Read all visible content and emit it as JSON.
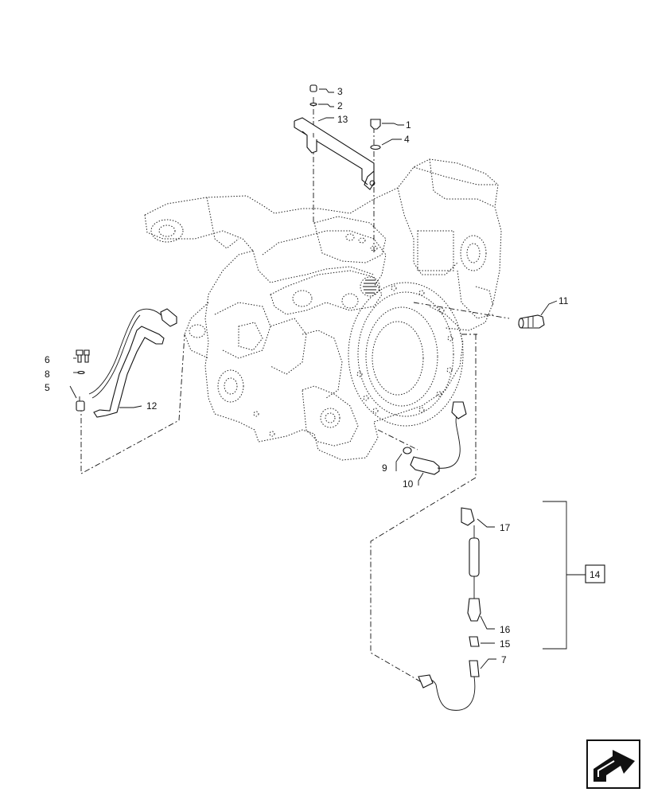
{
  "callouts": {
    "c1": "1",
    "c2": "2",
    "c3": "3",
    "c4": "4",
    "c5": "5",
    "c6": "6",
    "c7": "7",
    "c8": "8",
    "c9": "9",
    "c10": "10",
    "c11": "11",
    "c12": "12",
    "c13": "13",
    "c14": "14",
    "c15": "15",
    "c16": "16",
    "c17": "17"
  },
  "nav_icon": "next-page-arrow-icon"
}
